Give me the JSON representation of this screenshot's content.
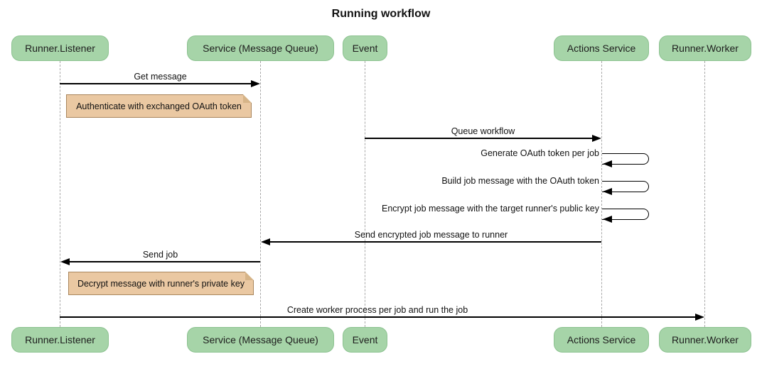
{
  "title": "Running workflow",
  "participants": [
    {
      "label": "Runner.Listener"
    },
    {
      "label": "Service (Message Queue)"
    },
    {
      "label": "Event"
    },
    {
      "label": "Actions Service"
    },
    {
      "label": "Runner.Worker"
    }
  ],
  "messages": [
    {
      "type": "arrow",
      "text": "Get message",
      "from": "Runner.Listener",
      "to": "Service (Message Queue)"
    },
    {
      "type": "note",
      "text": "Authenticate with exchanged OAuth token",
      "over": "Runner.Listener"
    },
    {
      "type": "arrow",
      "text": "Queue workflow",
      "from": "Event",
      "to": "Actions Service"
    },
    {
      "type": "self",
      "text": "Generate OAuth token per job",
      "on": "Actions Service"
    },
    {
      "type": "self",
      "text": "Build job message with the OAuth token",
      "on": "Actions Service"
    },
    {
      "type": "self",
      "text": "Encrypt job message with the target runner's public key",
      "on": "Actions Service"
    },
    {
      "type": "arrow",
      "text": "Send encrypted job message to runner",
      "from": "Actions Service",
      "to": "Service (Message Queue)"
    },
    {
      "type": "arrow",
      "text": "Send job",
      "from": "Service (Message Queue)",
      "to": "Runner.Listener"
    },
    {
      "type": "note",
      "text": "Decrypt message with runner's private key",
      "over": "Runner.Listener"
    },
    {
      "type": "arrow",
      "text": "Create worker process per job and run the job",
      "from": "Runner.Listener",
      "to": "Runner.Worker"
    }
  ],
  "colors": {
    "participant_fill": "#a6d4a8",
    "participant_border": "#8cc290",
    "note_fill": "#eac8a2",
    "note_border": "#a9865d",
    "note_fold": "#d6b488",
    "lifeline": "#a8a8a8",
    "line": "#000000",
    "background": "#ffffff"
  }
}
